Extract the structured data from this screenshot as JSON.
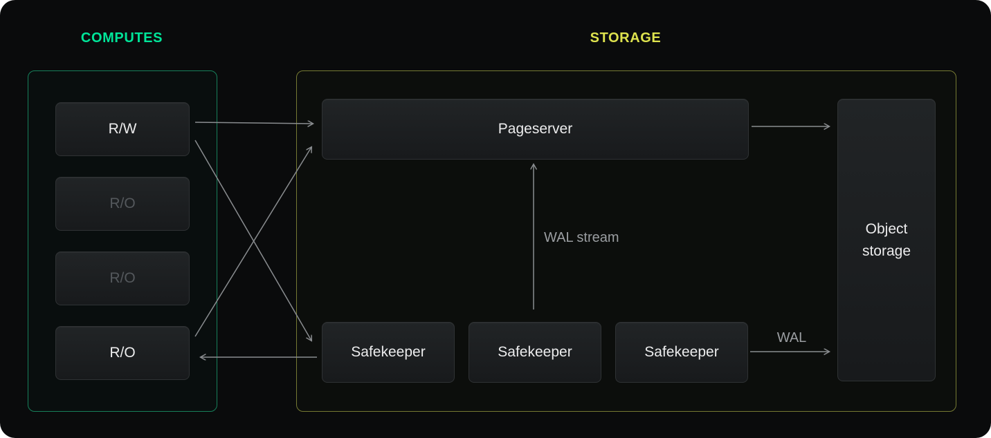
{
  "page": {
    "background": "#0a0b0c"
  },
  "computes": {
    "title": "COMPUTES",
    "accent": "#00e599",
    "nodes": [
      {
        "label": "R/W",
        "state": "active"
      },
      {
        "label": "R/O",
        "state": "inactive"
      },
      {
        "label": "R/O",
        "state": "inactive"
      },
      {
        "label": "R/O",
        "state": "active"
      }
    ]
  },
  "storage": {
    "title": "STORAGE",
    "accent": "#dde24e",
    "pageserver": {
      "label": "Pageserver"
    },
    "safekeepers": [
      {
        "label": "Safekeeper"
      },
      {
        "label": "Safekeeper"
      },
      {
        "label": "Safekeeper"
      }
    ],
    "object_storage": {
      "label": "Object storage"
    },
    "labels": {
      "wal_stream": "WAL stream",
      "wal": "WAL"
    }
  }
}
